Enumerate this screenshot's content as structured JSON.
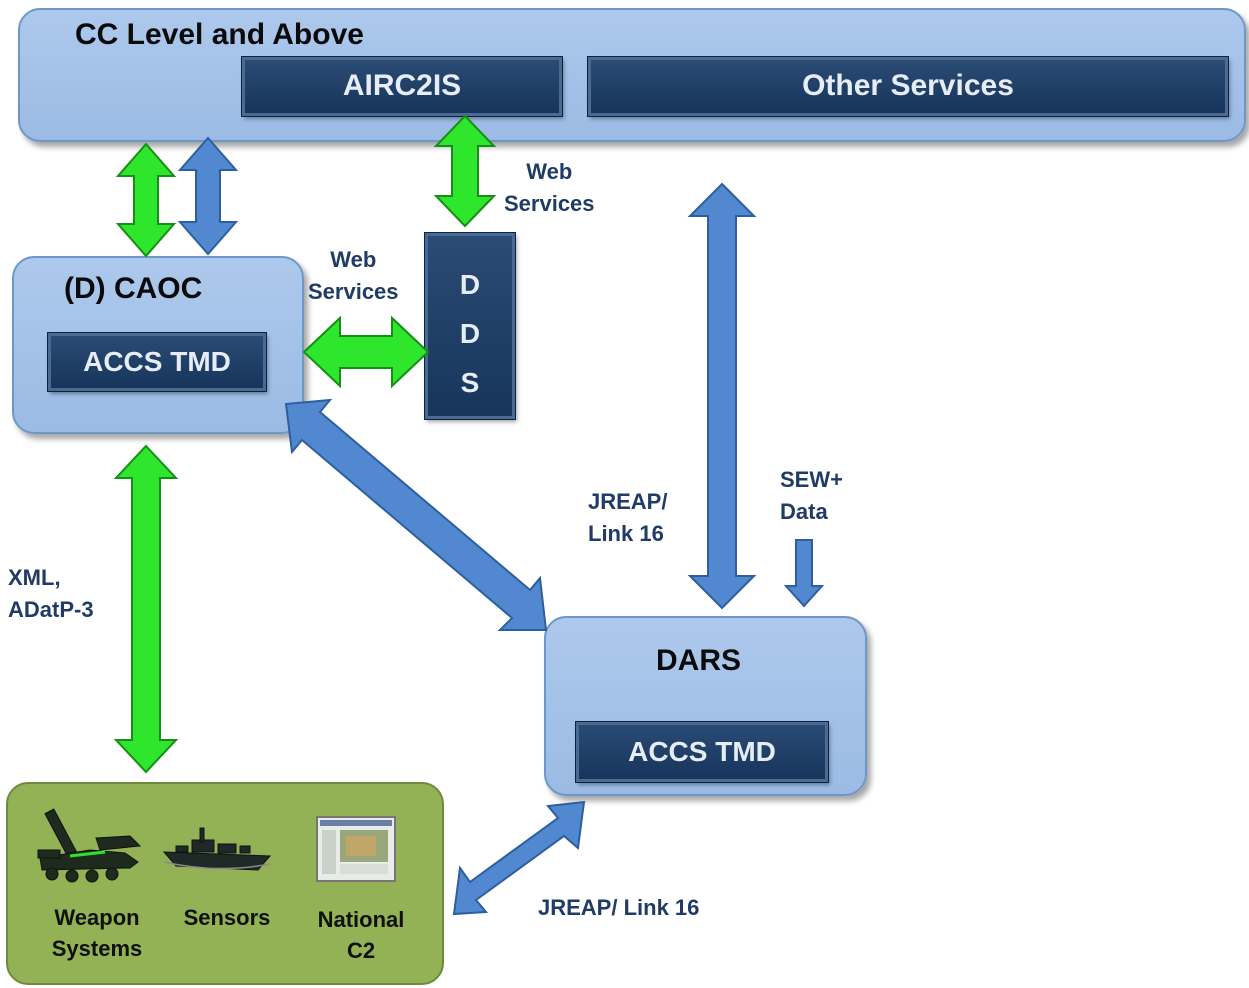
{
  "top": {
    "title": "CC Level and Above",
    "airc2is": "AIRC2IS",
    "other_services": "Other Services"
  },
  "caoc": {
    "title": "(D) CAOC",
    "accs": "ACCS TMD"
  },
  "dds": {
    "letters": [
      "D",
      "D",
      "S"
    ]
  },
  "dars": {
    "title": "DARS",
    "accs": "ACCS TMD"
  },
  "labels": {
    "web_services_top": [
      "Web",
      "Services"
    ],
    "web_services_mid": [
      "Web",
      "Services"
    ],
    "jreap_link16": [
      "JREAP/",
      "Link 16"
    ],
    "sew_data": [
      "SEW+",
      "Data"
    ],
    "xml_adatp": [
      "XML,",
      "ADatP-3"
    ],
    "jreap_link16_bottom": "JREAP/ Link 16"
  },
  "ground": {
    "weapon_systems": [
      "Weapon",
      "Systems"
    ],
    "sensors": "Sensors",
    "national_c2": [
      "National",
      "C2"
    ]
  },
  "colors": {
    "green_arrow": "#2ee62b",
    "blue_arrow": "#5288cf",
    "ground_fill": "#92b255"
  }
}
